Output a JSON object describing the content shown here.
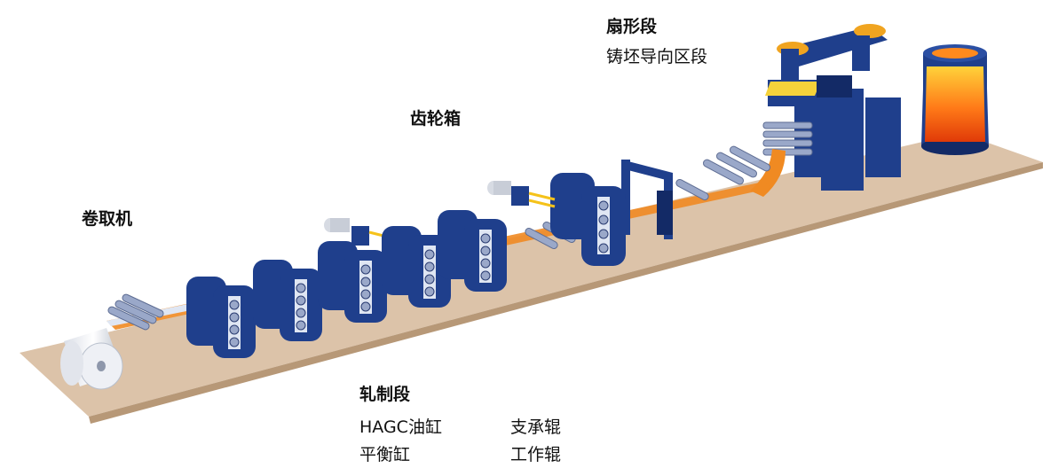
{
  "labels": {
    "coiler": "卷取机",
    "gearbox": "齿轮箱",
    "segment_title": "扇形段",
    "segment_sub": "铸坯导向区段",
    "rolling_title": "轧制段",
    "rolling_items": [
      "HAGC油缸",
      "支承辊",
      "平衡缸",
      "工作辊"
    ]
  },
  "colors": {
    "stand_blue": "#1f3f8c",
    "stand_dark": "#132a66",
    "strip_orange": "#f08a22",
    "roller": "#9aa8c9",
    "floor": "#dcc3a9",
    "floor_side": "#b79877",
    "ladle_hot": "#ff5a10"
  },
  "icons": {
    "coil": "coil-icon",
    "motor": "motor-icon",
    "ladle": "ladle-icon"
  }
}
